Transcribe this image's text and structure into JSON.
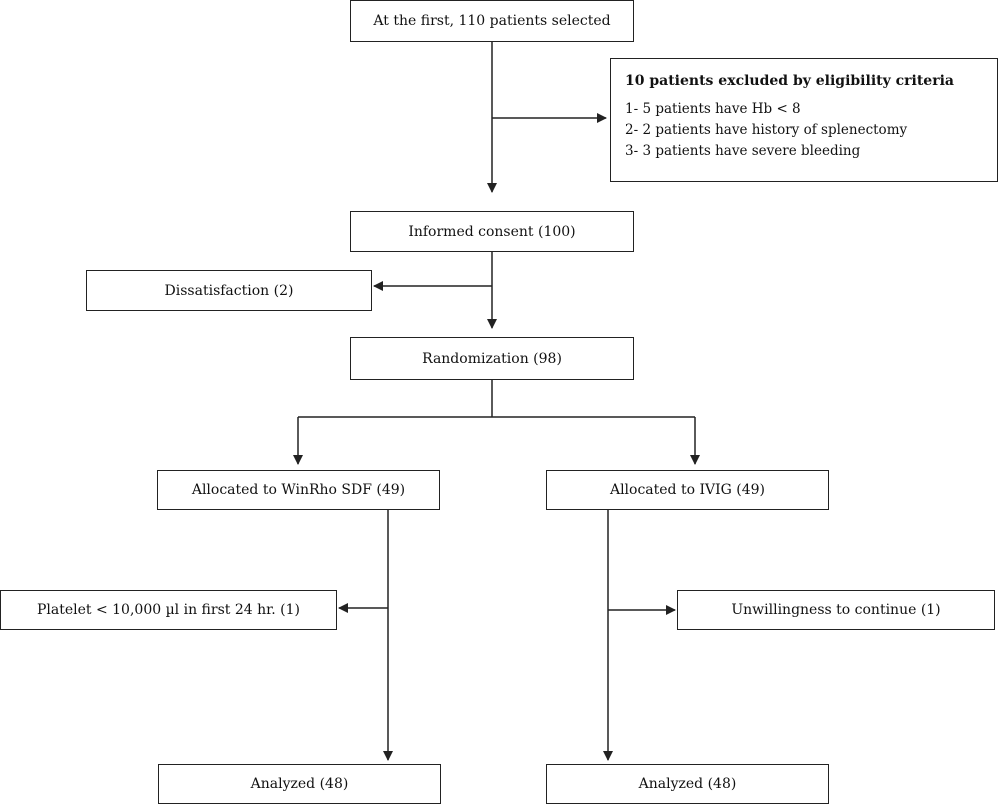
{
  "nodes": {
    "selected": "At the first, 110 patients selected",
    "consent": "Informed consent (100)",
    "dissatisfaction": "Dissatisfaction (2)",
    "randomization": "Randomization (98)",
    "winrho": "Allocated to WinRho SDF (49)",
    "ivig": "Allocated to IVIG (49)",
    "platelet": "Platelet < 10,000 µl in first 24 hr. (1)",
    "unwilling": "Unwillingness to continue (1)",
    "analyzed_left": "Analyzed (48)",
    "analyzed_right": "Analyzed (48)"
  },
  "exclusion": {
    "title": "10 patients excluded by eligibility criteria",
    "items": [
      "1- 5 patients have Hb < 8",
      "2- 2 patients have history of splenectomy",
      "3- 3 patients have severe bleeding"
    ]
  }
}
